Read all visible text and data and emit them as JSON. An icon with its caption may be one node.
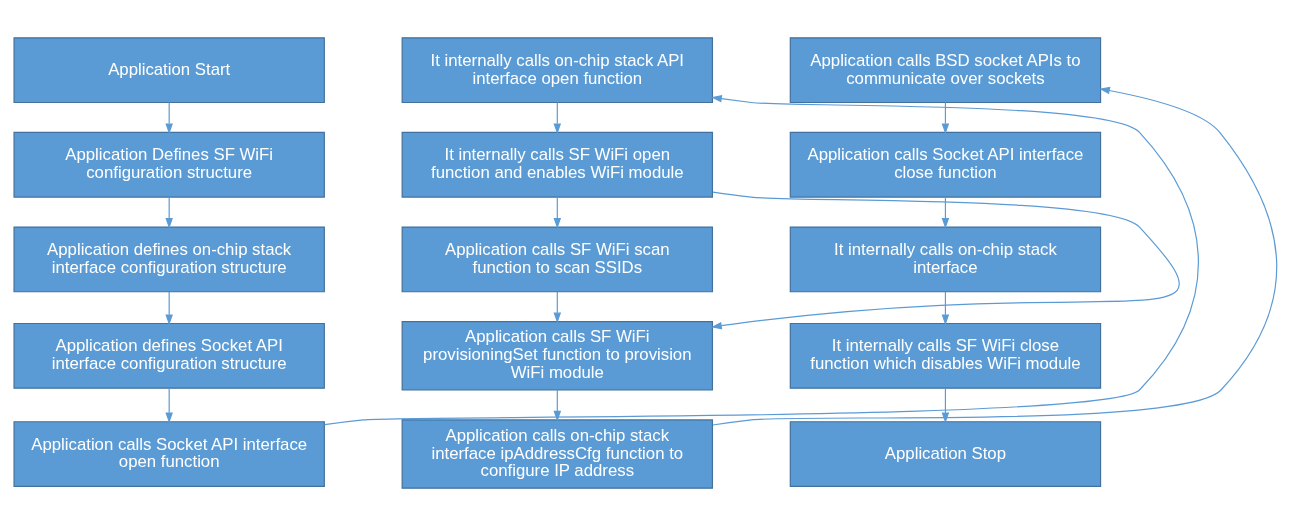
{
  "diagram": {
    "nodes": [
      {
        "text": [
          "Application Start"
        ]
      },
      {
        "text": [
          "Application Defines SF WiFi configuration structure"
        ]
      },
      {
        "text": [
          "Application defines on-chip stack interface configuration structure"
        ]
      },
      {
        "text": [
          "Application defines Socket API interface configuration structure"
        ]
      },
      {
        "text": [
          "Application calls Socket API interface open function"
        ]
      },
      {
        "text": [
          "It internally calls on-chip stack API interface open function"
        ]
      },
      {
        "text": [
          "It internally calls SF WiFi open function and enables WiFi module"
        ]
      },
      {
        "text": [
          "Application calls SF WiFi scan function to scan SSIDs"
        ]
      },
      {
        "text": [
          "Application calls SF WiFi  provisioningSet function to provision WiFi module"
        ]
      },
      {
        "text": [
          "Application calls on-chip stack interface ipAddressCfg function to configure IP address"
        ]
      },
      {
        "text": [
          "Application calls BSD socket APIs to communicate over sockets"
        ]
      },
      {
        "text": [
          "Application calls Socket API interface close function"
        ]
      },
      {
        "text": [
          "It internally calls on-chip stack interface"
        ]
      },
      {
        "text": [
          "It internally calls SF WiFi close function which disables WiFi module"
        ]
      },
      {
        "text": [
          "Application Stop"
        ]
      }
    ],
    "edges": [
      {
        "from": 0,
        "to": 1,
        "arrow": "to"
      },
      {
        "from": 1,
        "to": 2,
        "arrow": "to"
      },
      {
        "from": 2,
        "to": 3,
        "arrow": "to"
      },
      {
        "from": 3,
        "to": 4,
        "arrow": "to"
      },
      {
        "from": 4,
        "to": 5,
        "arrow": "to"
      },
      {
        "from": 5,
        "to": 6,
        "arrow": "to"
      },
      {
        "from": 6,
        "to": 7,
        "arrow": "to"
      },
      {
        "from": 6,
        "to": 8,
        "arrow": "to"
      },
      {
        "from": 7,
        "to": 8,
        "arrow": "to"
      },
      {
        "from": 8,
        "to": 9,
        "arrow": "to"
      },
      {
        "from": 9,
        "to": 10,
        "arrow": "to"
      },
      {
        "from": 10,
        "to": 11,
        "arrow": "to"
      },
      {
        "from": 11,
        "to": 12,
        "arrow": "to"
      },
      {
        "from": 12,
        "to": 13,
        "arrow": "to"
      },
      {
        "from": 13,
        "to": 14,
        "arrow": "to"
      }
    ]
  }
}
